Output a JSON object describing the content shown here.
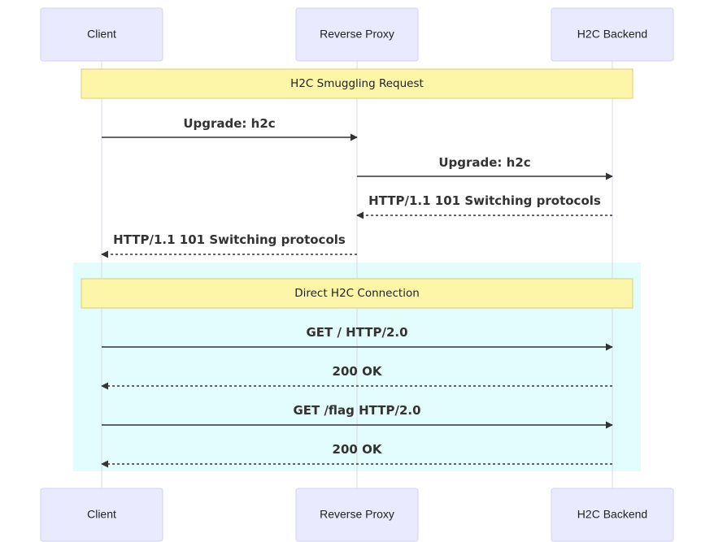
{
  "participants": [
    {
      "id": "client",
      "label": "Client"
    },
    {
      "id": "proxy",
      "label": "Reverse Proxy"
    },
    {
      "id": "backend",
      "label": "H2C Backend"
    }
  ],
  "notes": [
    {
      "text": "H2C Smuggling Request"
    },
    {
      "text": "Direct H2C Connection"
    }
  ],
  "messages": [
    {
      "from": "client",
      "to": "proxy",
      "text": "Upgrade: h2c",
      "style": "solid"
    },
    {
      "from": "proxy",
      "to": "backend",
      "text": "Upgrade: h2c",
      "style": "solid"
    },
    {
      "from": "backend",
      "to": "proxy",
      "text": "HTTP/1.1 101 Switching protocols",
      "style": "dashed"
    },
    {
      "from": "proxy",
      "to": "client",
      "text": "HTTP/1.1 101 Switching protocols",
      "style": "dashed"
    },
    {
      "from": "client",
      "to": "backend",
      "text": "GET / HTTP/2.0",
      "style": "solid"
    },
    {
      "from": "backend",
      "to": "client",
      "text": "200 OK",
      "style": "dashed"
    },
    {
      "from": "client",
      "to": "backend",
      "text": "GET /flag HTTP/2.0",
      "style": "solid"
    },
    {
      "from": "backend",
      "to": "client",
      "text": "200 OK",
      "style": "dashed"
    }
  ],
  "colors": {
    "actor_fill": "#eaeaff",
    "note_fill": "#fdf6a8",
    "region_fill": "#e3fcfc",
    "arrow": "#333333"
  }
}
